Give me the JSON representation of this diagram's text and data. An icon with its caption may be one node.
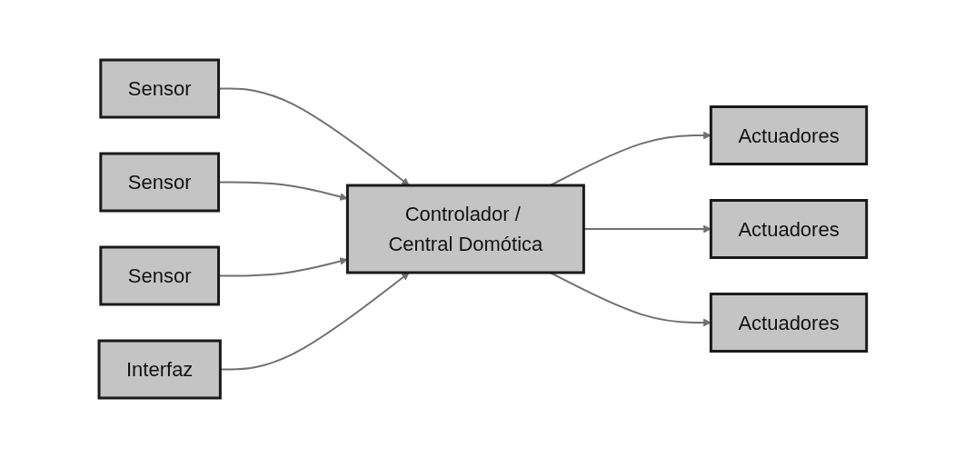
{
  "diagram": {
    "nodes": [
      {
        "text": [
          "Sensor"
        ]
      },
      {
        "text": [
          "Actuadores"
        ]
      },
      {
        "text": [
          "Controlador / Central Domótica"
        ]
      },
      {
        "text": [
          "Sensor"
        ]
      },
      {
        "text": [
          "Actuadores"
        ]
      },
      {
        "text": [
          "Sensor"
        ]
      },
      {
        "text": [
          "Actuadores"
        ]
      },
      {
        "text": [
          "Interfaz"
        ]
      }
    ],
    "edges": [
      {
        "from": 0,
        "to": 2,
        "arrow": "to"
      },
      {
        "from": 3,
        "to": 2,
        "arrow": "to"
      },
      {
        "from": 5,
        "to": 2,
        "arrow": "to"
      },
      {
        "from": 2,
        "to": 1,
        "arrow": "to"
      },
      {
        "from": 2,
        "to": 4,
        "arrow": "to"
      },
      {
        "from": 2,
        "to": 6,
        "arrow": "to"
      },
      {
        "from": 7,
        "to": 2,
        "arrow": "to"
      }
    ]
  }
}
